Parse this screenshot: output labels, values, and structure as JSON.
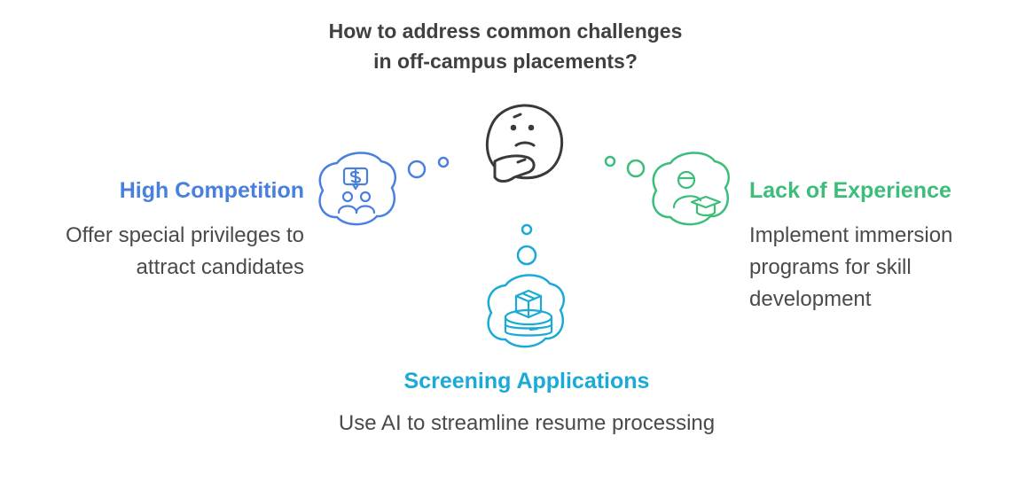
{
  "title": {
    "line1": "How to address common challenges",
    "line2": "in off-campus placements?"
  },
  "colors": {
    "text": "#404040",
    "center": "#3a3a3a",
    "left": "#4a80dd",
    "right": "#3cbd7a",
    "bottom": "#1aaad6"
  },
  "items": [
    {
      "heading": "High Competition",
      "description": "Offer special privileges to attract candidates",
      "icon": "money-speech-people-icon"
    },
    {
      "heading": "Lack of Experience",
      "description": "Implement immersion programs for skill development",
      "icon": "graduate-person-icon"
    },
    {
      "heading": "Screening Applications",
      "description": "Use AI to streamline resume processing",
      "icon": "box-stack-icon"
    }
  ],
  "center_icon": "thinking-face-icon"
}
